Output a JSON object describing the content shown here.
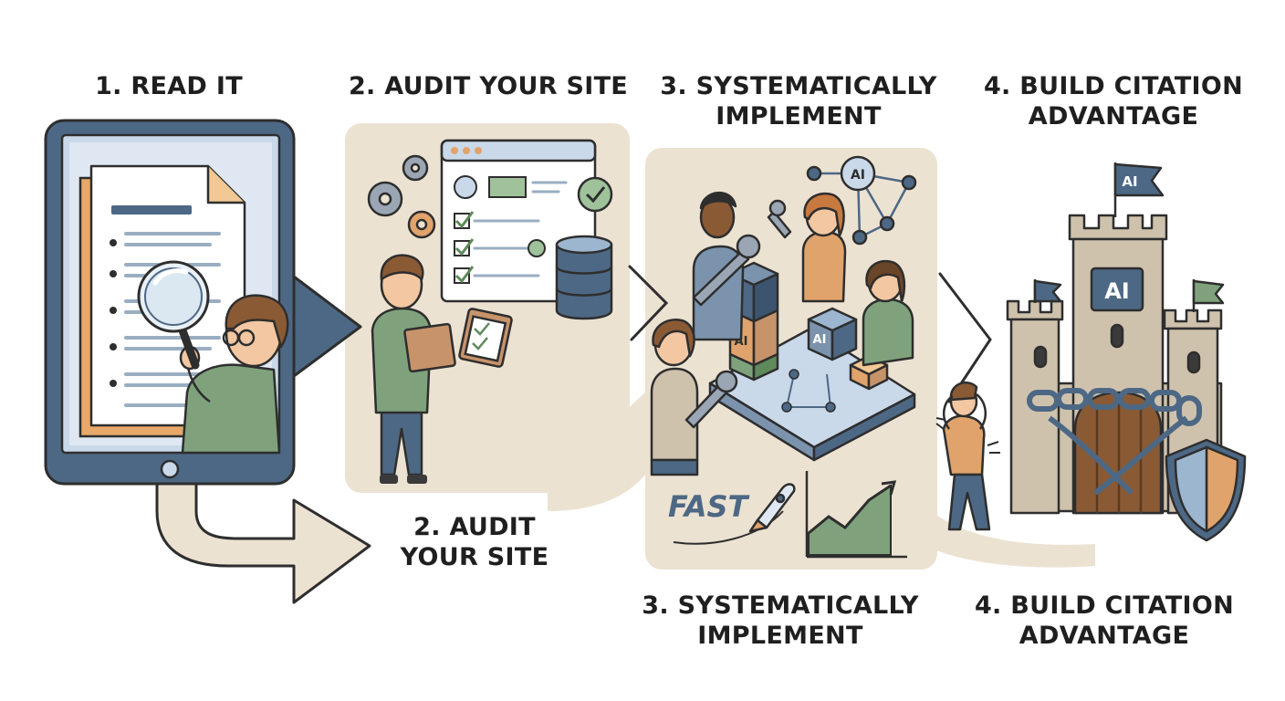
{
  "steps": [
    {
      "id": "read",
      "top_lines": [
        "1. READ IT"
      ],
      "bottom_lines": []
    },
    {
      "id": "audit",
      "top_lines": [
        "2. AUDIT YOUR SITE"
      ],
      "bottom_lines": [
        "2. AUDIT",
        "YOUR SITE"
      ]
    },
    {
      "id": "implement",
      "top_lines": [
        "3. SYSTEMATICALLY",
        "IMPLEMENT"
      ],
      "bottom_lines": [
        "3. SYSTEMATICALLY",
        "IMPLEMENT"
      ]
    },
    {
      "id": "citation",
      "top_lines": [
        "4. BUILD CITATION",
        "ADVANTAGE"
      ],
      "bottom_lines": [
        "4. BUILD CITATION",
        "ADVANTAGE"
      ]
    }
  ],
  "illustration_text": {
    "ai_node": "AI",
    "ai_cube_front": "AI",
    "ai_cube_right": "AI",
    "ai_flag": "AI",
    "ai_castle": "AI",
    "fast": "FAST"
  },
  "colors": {
    "panel": "#ece2d2",
    "navy": "#4d6884",
    "green": "#7fa27d",
    "orange": "#e0a36b",
    "stone": "#cfc2ad",
    "blue_soft": "#c9d9ea",
    "outline": "#2e2e2e"
  },
  "icons": [
    "tablet-icon",
    "document-icon",
    "magnifier-icon",
    "gear-icon",
    "browser-window-icon",
    "checkbox-icon",
    "database-icon",
    "clipboard-icon",
    "ai-network-icon",
    "wrench-icon",
    "cube-icon",
    "rocket-icon",
    "growth-chart-icon",
    "castle-icon",
    "flag-icon",
    "chain-icon",
    "shield-icon"
  ]
}
